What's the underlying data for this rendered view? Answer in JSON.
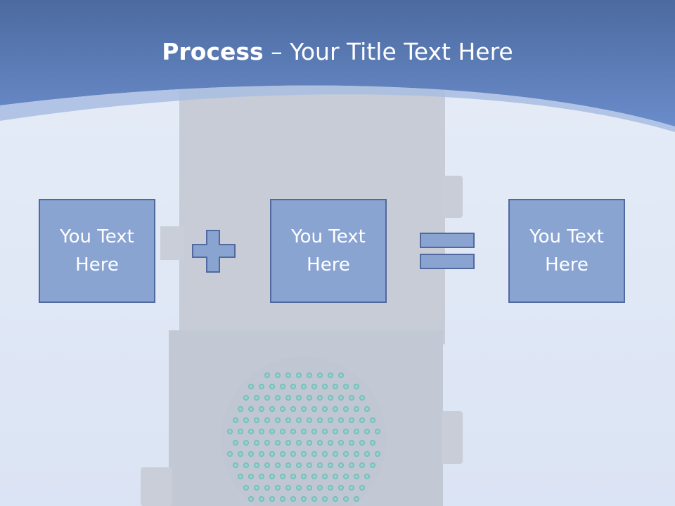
{
  "slide": {
    "title_bold": "Process",
    "title_rest": " – Your Title Text Here",
    "boxes": [
      {
        "label": "You Text Here"
      },
      {
        "label": "You Text Here"
      },
      {
        "label": "You Text Here"
      }
    ],
    "operators": [
      "plus-icon",
      "equals-icon"
    ]
  },
  "colors": {
    "header": "#5f82bf",
    "background": "#dde6f5",
    "box_fill": "#8aa4d2",
    "box_border": "#51699e"
  }
}
